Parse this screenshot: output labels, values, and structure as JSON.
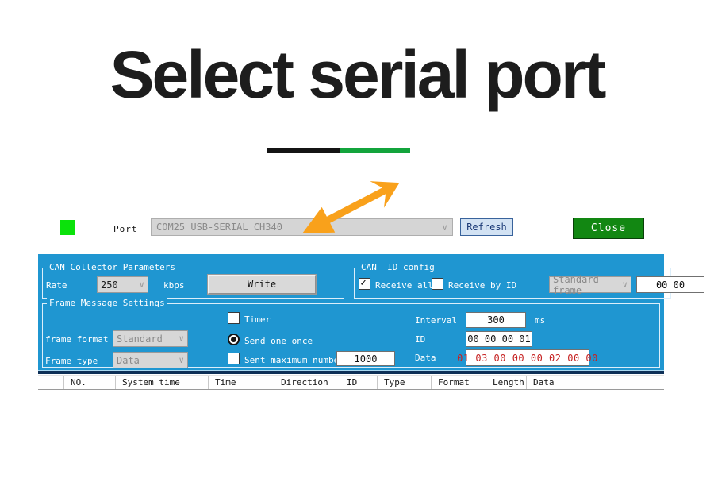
{
  "page": {
    "title": "Select serial port",
    "divider_black_color": "#141414",
    "divider_green_color": "#13a43c",
    "panel_color": "#1f96d1",
    "arrow_color": "#f9a11b"
  },
  "port_row": {
    "status_color": "#0be20b",
    "port_label": "Port",
    "port_value": "COM25 USB-SERIAL CH340",
    "chevron_icon": "∨",
    "refresh_label": "Refresh",
    "close_label": "Close",
    "close_color": "#128712"
  },
  "panel": {
    "collector": {
      "legend": "CAN Collector Parameters",
      "rate_label": "Rate",
      "rate_value": "250",
      "unit_label": "kbps",
      "write_label": "Write"
    },
    "id_config": {
      "legend": "CAN  ID config",
      "receive_all_label": "Receive all",
      "receive_all_checked": true,
      "receive_by_id_label": "Receive by ID",
      "receive_by_id_checked": false,
      "frame_select_value": "Standard frame",
      "id_value": "00 00"
    },
    "frame_settings": {
      "legend": "Frame Message Settings",
      "frame_format_label": "frame format",
      "frame_format_value": "Standard",
      "frame_type_label": "Frame type",
      "frame_type_value": "Data",
      "timer_label": "Timer",
      "timer_checked": false,
      "send_once_label": "Send one once",
      "send_once_selected": true,
      "sent_max_label": "Sent maximum number",
      "sent_max_checked": false,
      "sent_max_value": "1000",
      "interval_label": "Interval",
      "interval_value": "300",
      "interval_unit": "ms",
      "id_label": "ID",
      "id_value": "00 00 00 01",
      "data_label": "Data",
      "data_value": "01 03 00 00 00 02 00 00",
      "data_text_color": "#c62222"
    }
  },
  "table": {
    "columns": [
      "",
      "NO.",
      "System time",
      "Time",
      "Direction",
      "ID",
      "Type",
      "Format",
      "Length",
      "Data"
    ]
  }
}
